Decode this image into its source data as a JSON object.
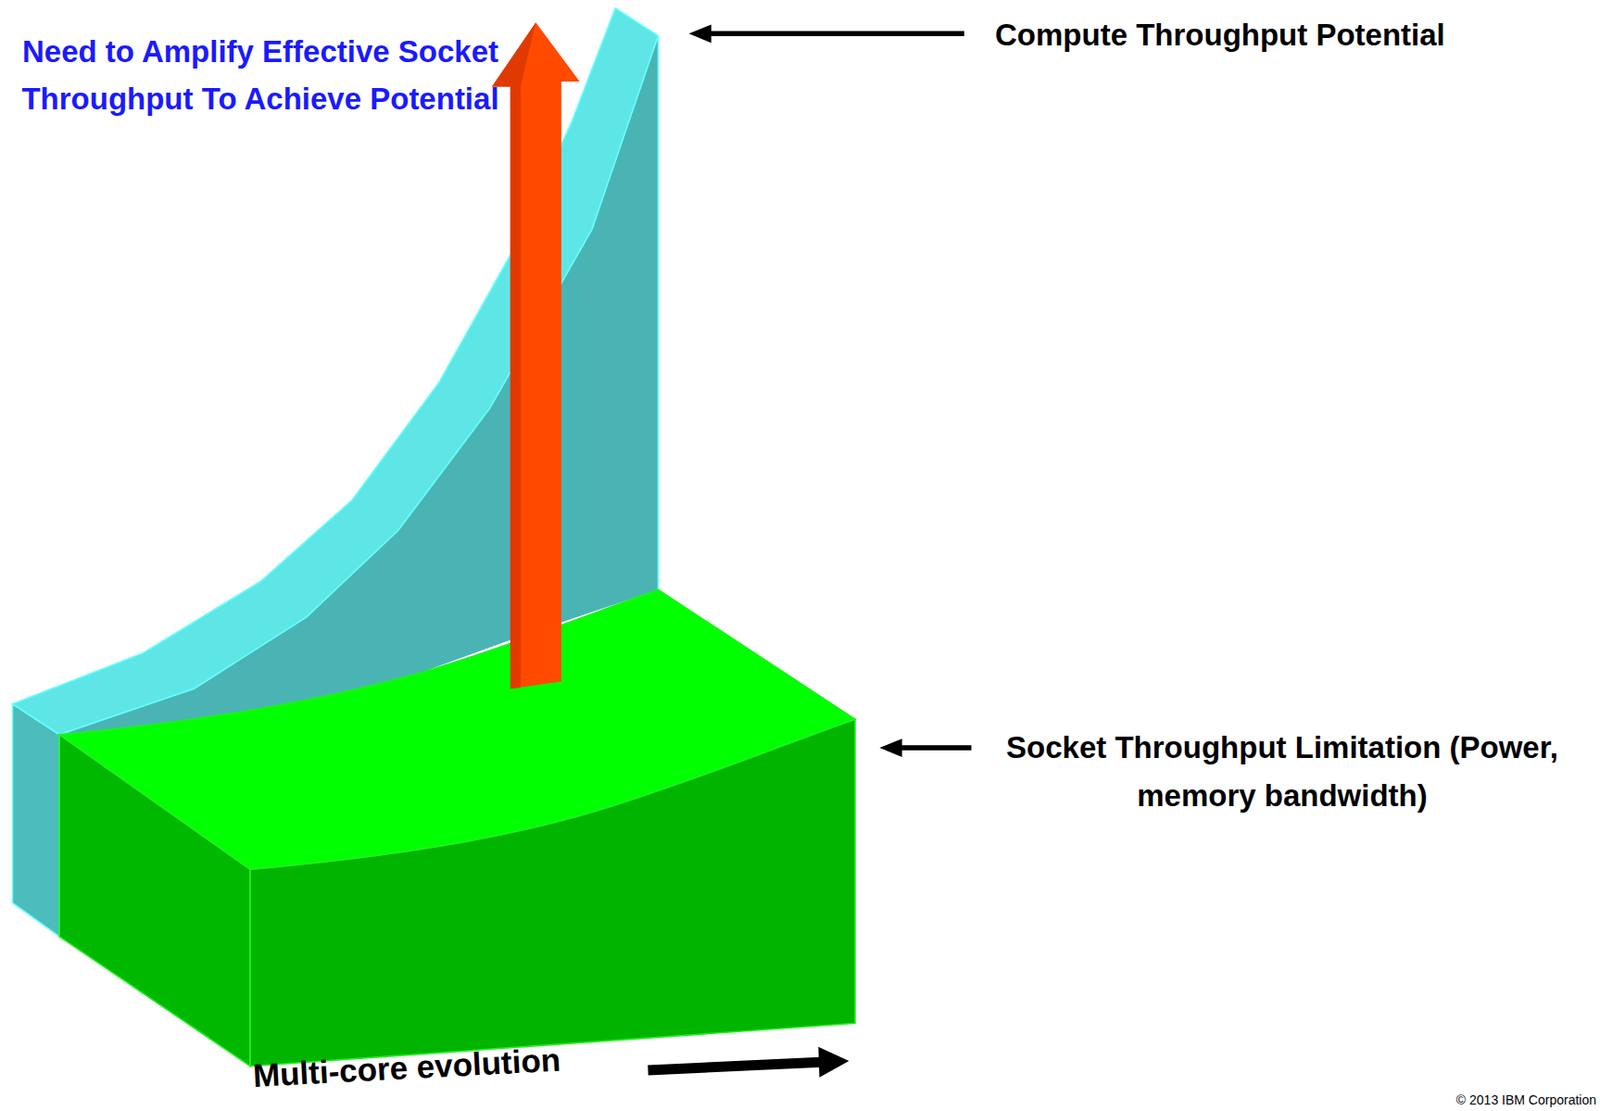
{
  "diagram": {
    "labels": [
      "Need to Amplify Effective Socket Throughput To Achieve Potential",
      "Compute Throughput Potential",
      "Socket Throughput Limitation (Power, memory bandwidth)",
      "Multi-core evolution",
      "© 2013 IBM Corporation"
    ]
  }
}
